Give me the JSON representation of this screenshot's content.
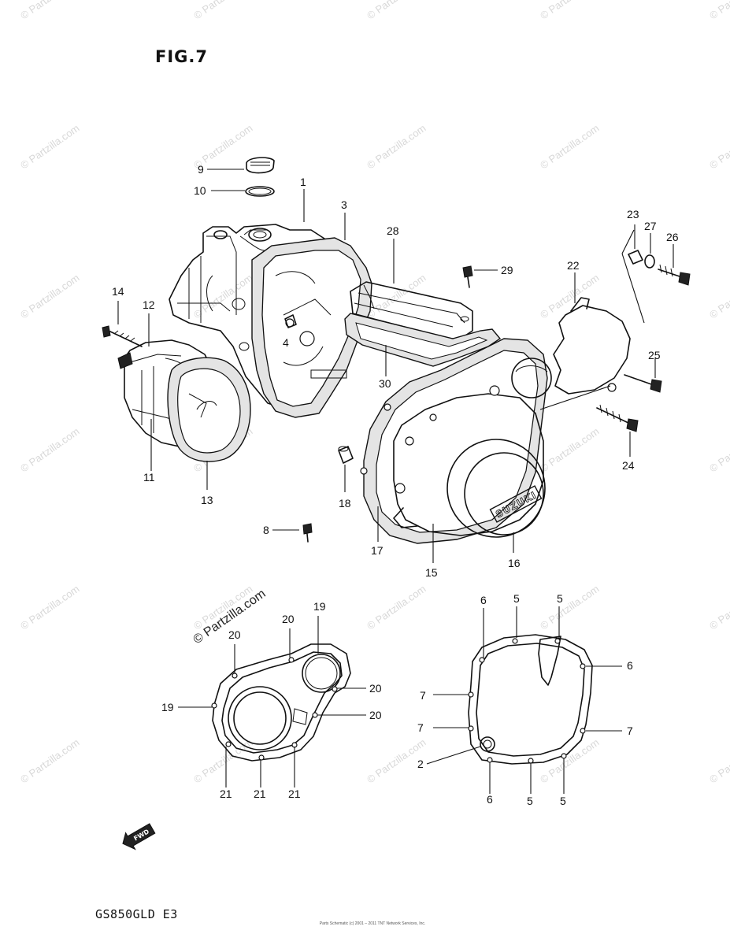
{
  "figure": {
    "title": "FIG.7",
    "model": "GS850GLD  E3"
  },
  "footer": {
    "copyright": "Parts Schematic (c) 2001 – 2011 TNT Network Services, Inc."
  },
  "watermark": {
    "text": "© Partzilla.com"
  },
  "fwd_badge": {
    "text": "FWD"
  },
  "labels": {
    "p1": "1",
    "p2": "2",
    "p3": "3",
    "p4": "4",
    "p5a": "5",
    "p5b": "5",
    "p5c": "5",
    "p5d": "5",
    "p6a": "6",
    "p6b": "6",
    "p6c": "6",
    "p7a": "7",
    "p7b": "7",
    "p7c": "7",
    "p8": "8",
    "p9": "9",
    "p10": "10",
    "p11": "11",
    "p12": "12",
    "p13": "13",
    "p14": "14",
    "p15": "15",
    "p16": "16",
    "p17": "17",
    "p18": "18",
    "p19a": "19",
    "p19b": "19",
    "p20a": "20",
    "p20b": "20",
    "p20c": "20",
    "p20d": "20",
    "p21a": "21",
    "p21b": "21",
    "p21c": "21",
    "p22": "22",
    "p23": "23",
    "p24": "24",
    "p25": "25",
    "p26": "26",
    "p27": "27",
    "p28": "28",
    "p29": "29",
    "p30": "30"
  },
  "cover_logo": {
    "text": "SUZUKI"
  }
}
